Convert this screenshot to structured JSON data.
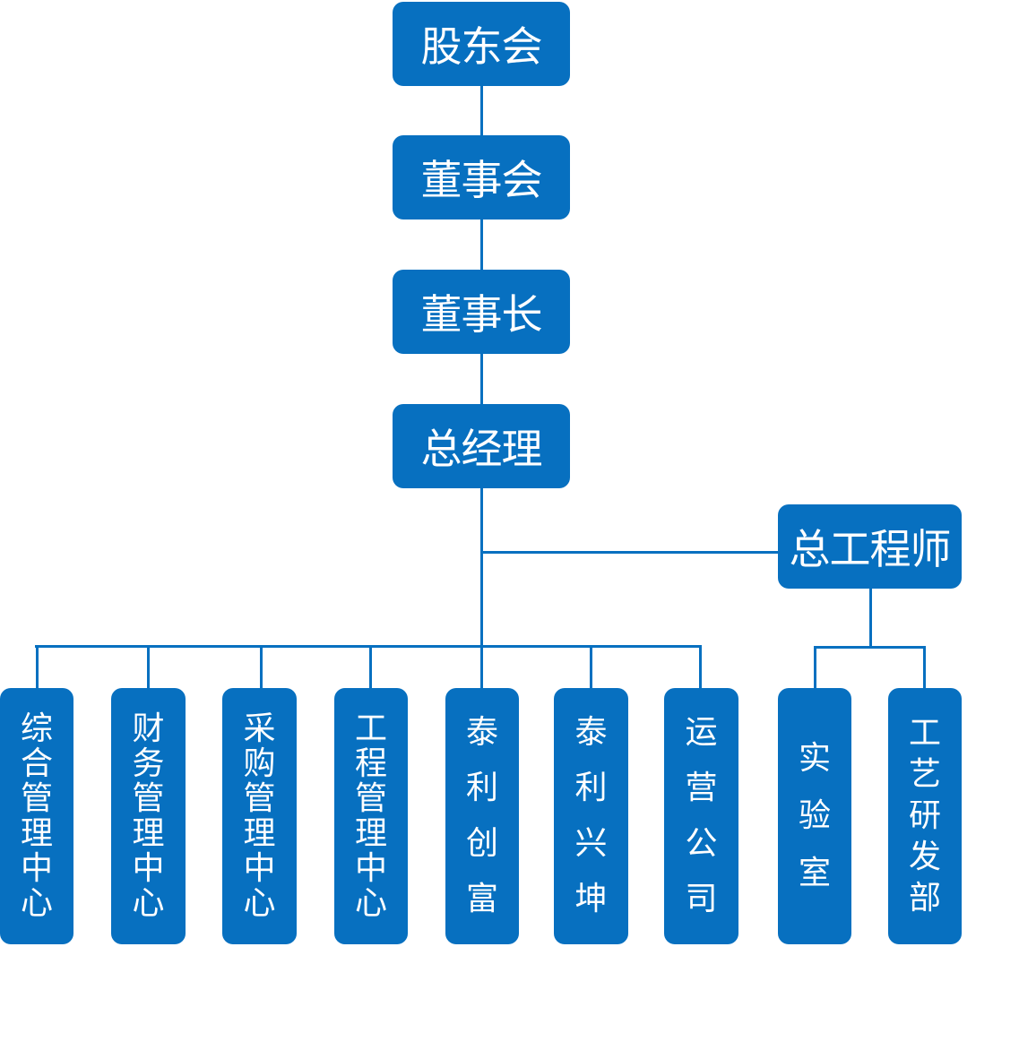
{
  "colors": {
    "box": "#0770C0",
    "line": "#0770C0",
    "text": "#FFFFFF",
    "background": "#FFFFFF"
  },
  "chain": [
    {
      "id": "shareholders",
      "label": "股东会"
    },
    {
      "id": "board",
      "label": "董事会"
    },
    {
      "id": "chairman",
      "label": "董事长"
    },
    {
      "id": "general-manager",
      "label": "总经理"
    }
  ],
  "chief_engineer": {
    "label": "总工程师"
  },
  "gm_departments": [
    {
      "label": "综合管理中心"
    },
    {
      "label": "财务管理中心"
    },
    {
      "label": "采购管理中心"
    },
    {
      "label": "工程管理中心"
    },
    {
      "label": "泰利创富"
    },
    {
      "label": "泰利兴坤"
    },
    {
      "label": "运营公司"
    }
  ],
  "engineer_departments": [
    {
      "label": "实验室"
    },
    {
      "label": "工艺研发部"
    }
  ]
}
